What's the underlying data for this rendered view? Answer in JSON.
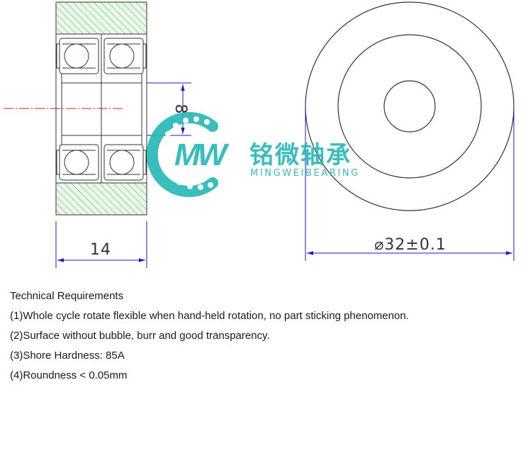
{
  "drawing": {
    "width_dimension": "14",
    "bore_dimension": "8",
    "outer_diameter_dimension": "⌀32±0.1",
    "colors": {
      "line": "#333333",
      "dimension": "#1a1acc",
      "centerline": "#cc2222",
      "hatch": "#33bb33",
      "hatch_bg": "#eaf7ea",
      "brand": "#2ab8b8"
    }
  },
  "watermark": {
    "mark": "MW",
    "name_cn": "铭微轴承",
    "name_en": "MINGWEIBEARING"
  },
  "requirements": {
    "heading": "Technical Requirements",
    "items": [
      "(1)Whole cycle rotate flexible when hand-held rotation, no part sticking phenomenon.",
      "(2)Surface without bubble, burr and good transparency.",
      "(3)Shore Hardness: 85A",
      "(4)Roundness < 0.05mm"
    ]
  }
}
